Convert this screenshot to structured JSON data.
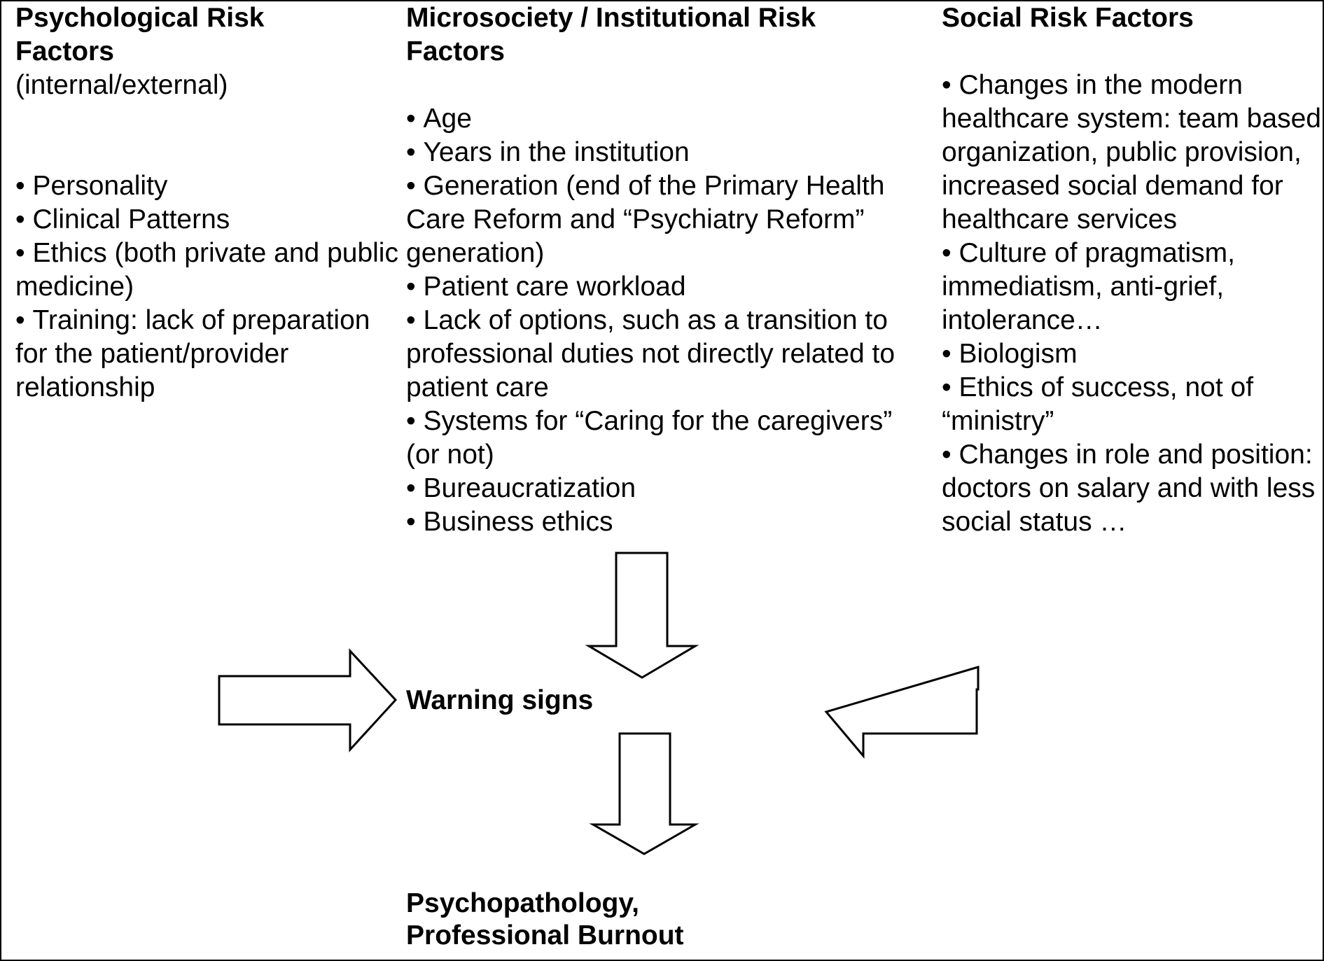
{
  "columns": {
    "psychological": {
      "heading_line1": "Psychological Risk",
      "heading_line2": "Factors",
      "subheading": "(internal/external)",
      "items": [
        "Personality",
        "Clinical Patterns",
        "Ethics (both private and public medicine)",
        "Training: lack of preparation for the patient/provider relationship"
      ]
    },
    "institutional": {
      "heading_line1": "Microsociety / Institutional Risk",
      "heading_line2": "Factors",
      "items": [
        "Age",
        "Years in the institution",
        "Generation (end of the Primary Health Care Reform and “Psychiatry Reform” generation)",
        "Patient care workload",
        "Lack of options, such as a transition to professional duties not directly related to patient care",
        "Systems for “Caring for the caregivers” (or not)",
        "Bureaucratization",
        "Business ethics"
      ]
    },
    "social": {
      "heading": "Social Risk Factors",
      "items": [
        "Changes in the modern healthcare system: team based organization, public provision, increased social demand for healthcare services",
        "Culture of pragmatism, immediatism, anti-grief, intolerance…",
        "Biologism",
        "Ethics of success, not of “ministry”",
        "Changes in role and position: doctors on salary and with less social status …"
      ]
    }
  },
  "nodes": {
    "warning_signs": "Warning signs",
    "outcome_line1": "Psychopathology,",
    "outcome_line2": "Professional Burnout"
  },
  "colors": {
    "stroke": "#000000",
    "background": "#ffffff",
    "text": "#000000"
  }
}
